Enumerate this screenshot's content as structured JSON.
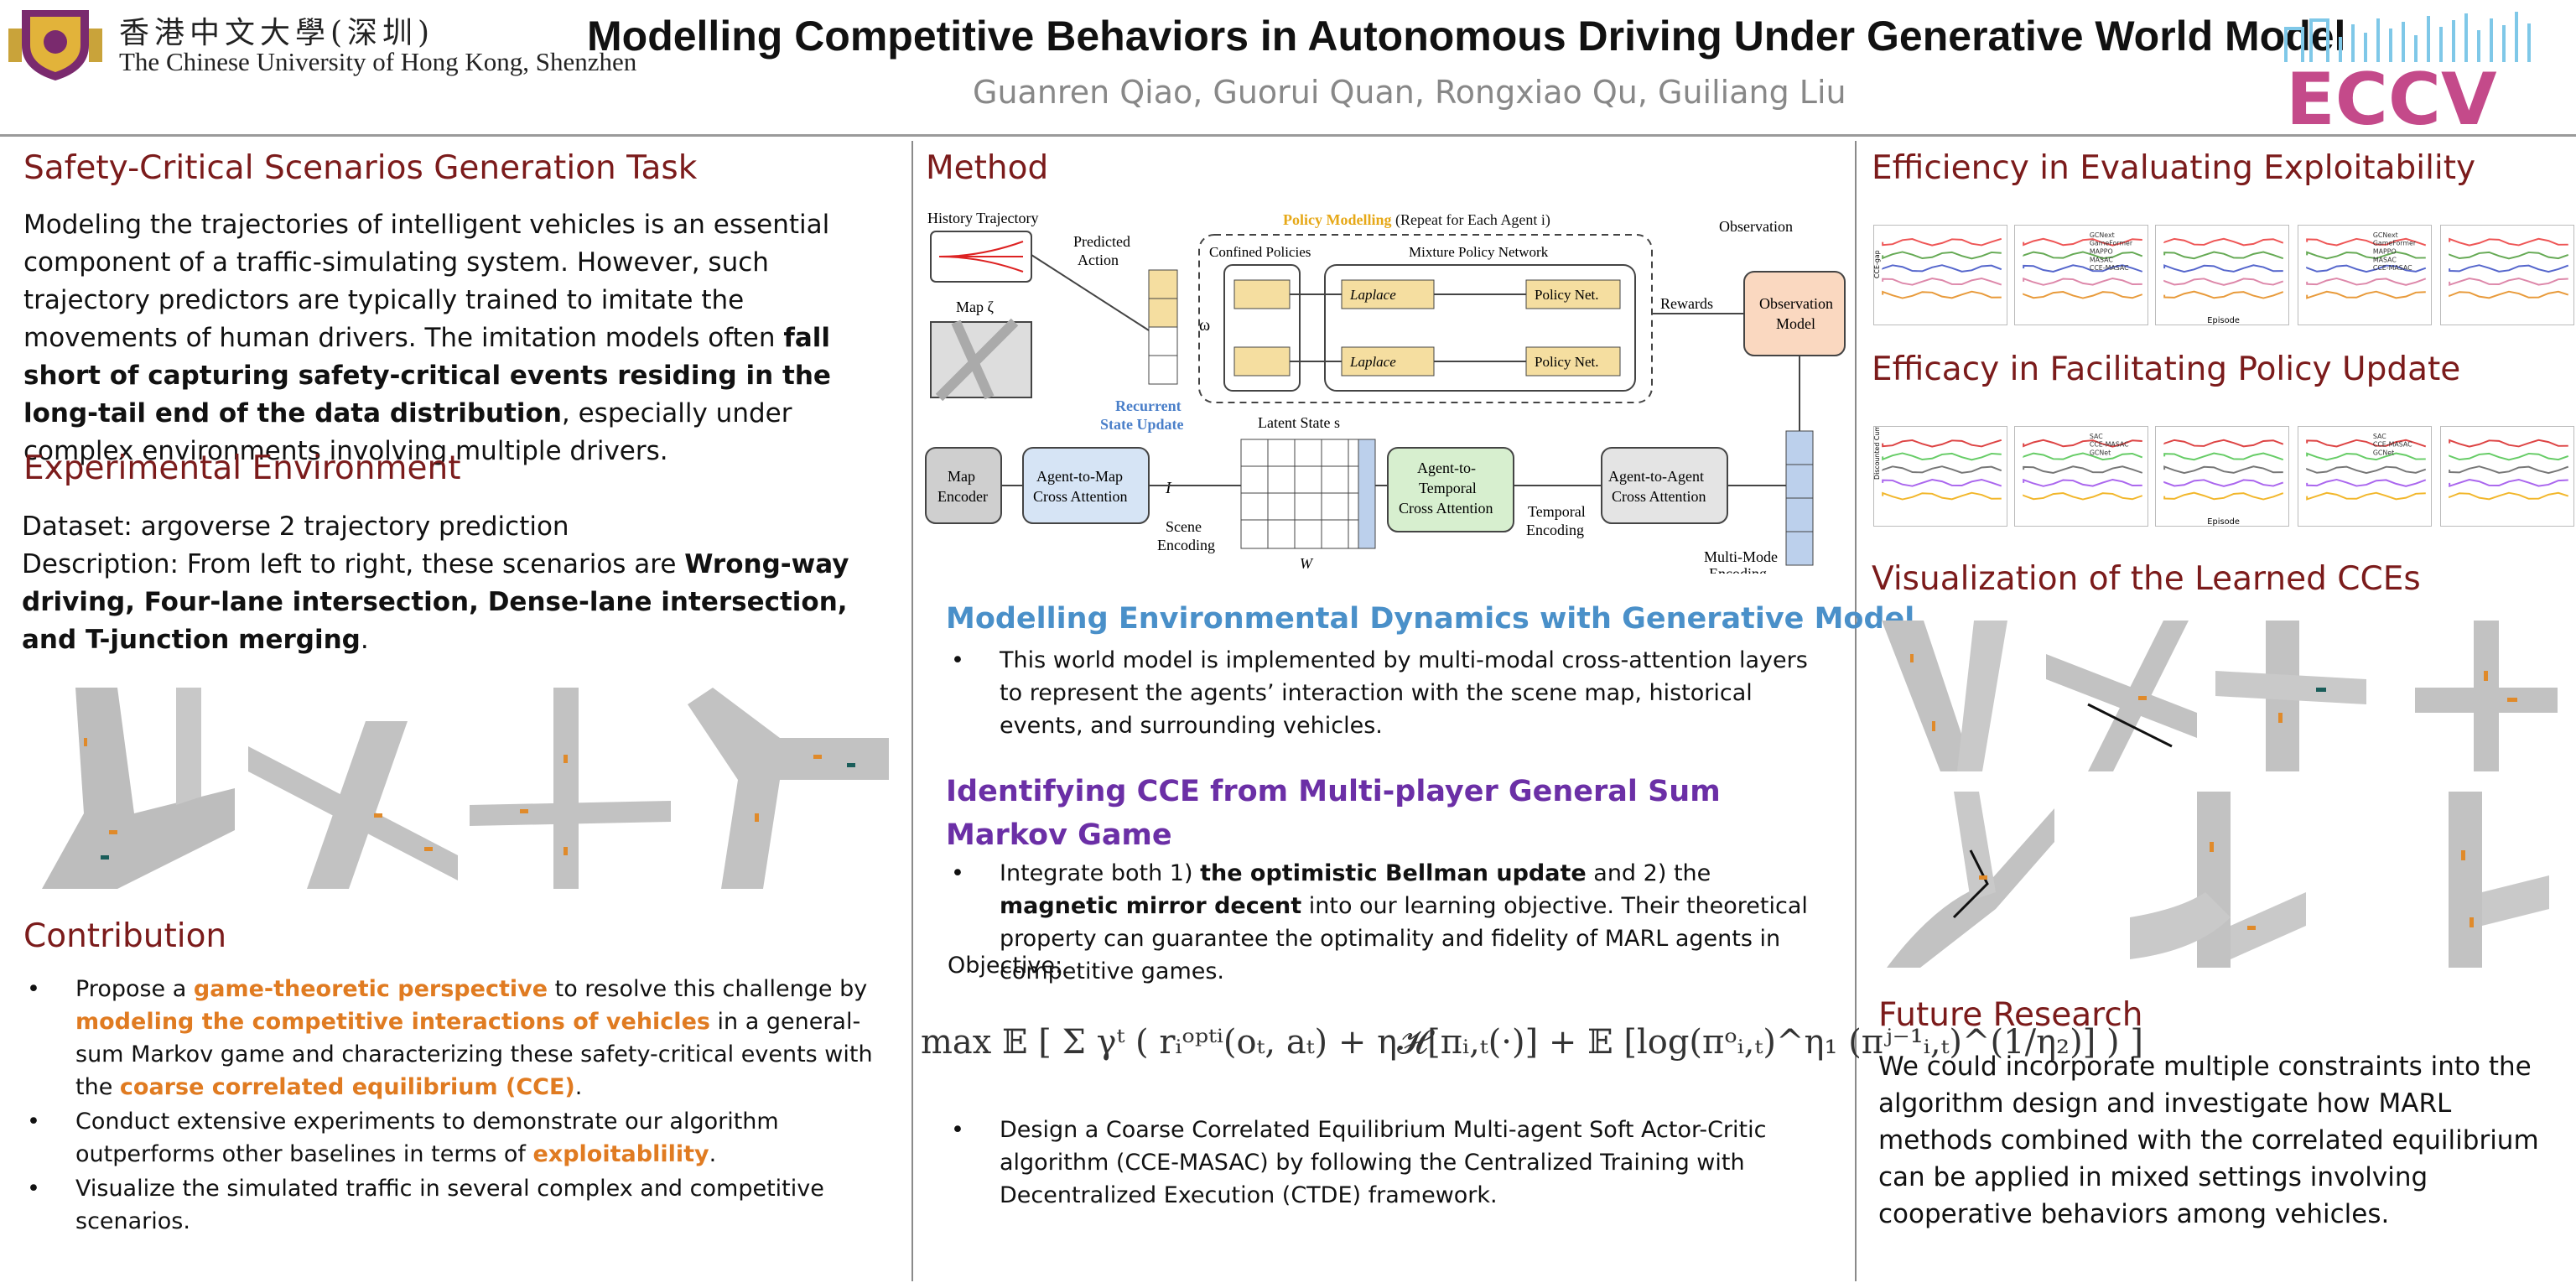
{
  "header": {
    "university_cn": "香港中文大學(深圳)",
    "university_en": "The Chinese University of Hong Kong, Shenzhen",
    "title": "Modelling Competitive Behaviors in Autonomous Driving Under Generative World Model",
    "authors": "Guanren Qiao, Guorui Quan, Rongxiao Qu, Guiliang Liu",
    "conference_logo": "ECCV"
  },
  "left": {
    "task_heading": "Safety-Critical Scenarios Generation Task",
    "task_p1": "Modeling the trajectories of intelligent vehicles is an essential component of a traffic-simulating system. However, such trajectory predictors are typically trained to imitate the movements of human drivers. The imitation models often ",
    "task_bold": "fall short of capturing safety-critical events residing in the long-tail end of the data distribution",
    "task_p2": ", especially under complex environments involving multiple drivers.",
    "env_heading": "Experimental Environment",
    "env_dataset": "Dataset: argoverse 2 trajectory prediction",
    "env_desc_pre": "Description: From left to right, these scenarios are ",
    "env_desc_bold": "Wrong-way driving, Four-lane intersection, Dense-lane intersection, and T-junction merging",
    "env_desc_post": ".",
    "contrib_heading": "Contribution",
    "c1_a": "Propose a ",
    "c1_b": "game-theoretic perspective",
    "c1_c": " to resolve this challenge by ",
    "c1_d": "modeling the competitive interactions of vehicles",
    "c1_e": " in a general-sum Markov game and characterizing these safety-critical events with the ",
    "c1_f": "coarse correlated equilibrium (CCE)",
    "c1_g": ".",
    "c2_a": "Conduct extensive experiments to demonstrate our algorithm outperforms other baselines in terms of ",
    "c2_b": "exploitablility",
    "c2_c": ".",
    "c3": " Visualize the simulated traffic in several complex and competitive scenarios."
  },
  "middle": {
    "method_heading": "Method",
    "diagram": {
      "history": "History Trajectory",
      "map": "Map ζ",
      "predicted_action": "Predicted",
      "predicted_action2": "Action",
      "policy_modelling": "Policy Modelling",
      "policy_modelling_suffix": " (Repeat for Each Agent i)",
      "confined": "Confined Policies",
      "mixture": "Mixture Policy Network",
      "laplace1": "Laplace",
      "policy_net": "Policy Net.",
      "observation": "Observation",
      "rewards": "Rewards",
      "obs_model1": "Observation",
      "obs_model2": "Model",
      "recurrent1": "Recurrent",
      "recurrent2": "State Update",
      "latent": "Latent State s",
      "map_encoder1": "Map",
      "map_encoder2": "Encoder",
      "a2m1": "Agent-to-Map",
      "a2m2": "Cross Attention",
      "scene1": "Scene",
      "scene2": "Encoding",
      "a2t1": "Agent-to-",
      "a2t2": "Temporal",
      "a2t3": "Cross Attention",
      "temporal1": "Temporal",
      "temporal2": "Encoding",
      "a2a1": "Agent-to-Agent",
      "a2a2": "Cross Attention",
      "multimode1": "Multi-Mode",
      "multimode2": "Encoding",
      "omega": "ω",
      "I": "I",
      "W": "W"
    },
    "gen_heading": "Modelling Environmental Dynamics with Generative Model",
    "gen_bullet": "This world model is implemented by multi-modal cross-attention layers to represent the agents’ interaction with the scene map, historical events, and surrounding vehicles.",
    "cce_heading": "Identifying CCE from Multi-player General Sum Markov Game",
    "cce_b1_a": "Integrate both 1) ",
    "cce_b1_b": "the optimistic Bellman update",
    "cce_b1_c": "  and 2) the ",
    "cce_b1_d": "magnetic mirror decent",
    "cce_b1_e": " into our learning objective. Their theoretical property can guarantee the optimality and fidelity of MARL agents in competitive games.",
    "objective": "Objective:",
    "formula": "max 𝔼 [ Σ γᵗ ( rᵢᵒᵖᵗⁱ(oₜ, aₜ) + η𝓗[πᵢ,ₜ(·)] + 𝔼 [log(πᵒᵢ,ₜ)^η₁ (πʲ⁻¹ᵢ,ₜ)^(1/η₂)] ) ]",
    "cce_b2": "Design a Coarse Correlated Equilibrium Multi-agent Soft Actor-Critic algorithm (CCE-MASAC) by following the Centralized Training with Decentralized Execution (CTDE) framework."
  },
  "right": {
    "eff_heading": "Efficiency in Evaluating Exploitability",
    "eff_subtitle": "Scenario 4",
    "eff_ylabel": "CCE-gap",
    "eff_xlabel": "Episode",
    "eff_legend": [
      "GCNext",
      "GameFormer",
      "MAPPO",
      "MASAC",
      "CCE-MASAC"
    ],
    "pol_heading": "Efficacy in Facilitating Policy Update",
    "pol_subtitle": "Scenario 4",
    "pol_ylabel": "Discounted Cumulative Rewards",
    "pol_xlabel": "Episode",
    "pol_legend": [
      "SAC",
      "CCE-MASAC",
      "GCNet"
    ],
    "vis_heading": "Visualization of the Learned CCEs",
    "future_heading": "Future Research",
    "future_text": "We could incorporate multiple constraints into the algorithm design and investigate how MARL methods combined with the correlated equilibrium can be applied in mixed settings involving cooperative behaviors among vehicles."
  },
  "colors": {
    "heading_red": "#7b1b1b",
    "heading_blue": "#4a90c9",
    "heading_purple": "#6b2fa6",
    "highlight_orange": "#e07b21"
  }
}
